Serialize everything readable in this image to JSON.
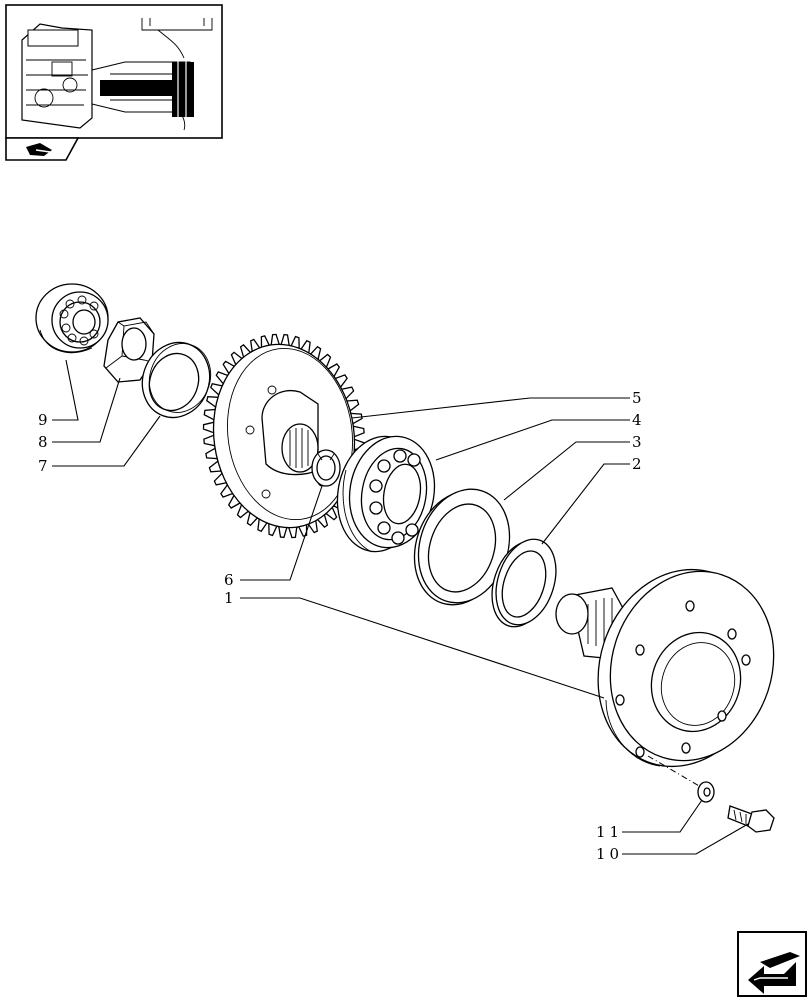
{
  "diagram": {
    "callouts": [
      {
        "id": "9",
        "label": "9"
      },
      {
        "id": "8",
        "label": "8"
      },
      {
        "id": "7",
        "label": "7"
      },
      {
        "id": "5",
        "label": "5"
      },
      {
        "id": "4",
        "label": "4"
      },
      {
        "id": "3",
        "label": "3"
      },
      {
        "id": "2",
        "label": "2"
      },
      {
        "id": "6",
        "label": "6"
      },
      {
        "id": "1",
        "label": "1"
      },
      {
        "id": "11",
        "label": "11"
      },
      {
        "id": "10",
        "label": "10"
      }
    ]
  },
  "icons": {
    "thumbnail_nav": "hand-pointer-icon",
    "next_page": "arrow-next-page-icon"
  },
  "colors": {
    "ink": "#000000",
    "paper": "#ffffff",
    "shaft_fill": "#000000"
  }
}
